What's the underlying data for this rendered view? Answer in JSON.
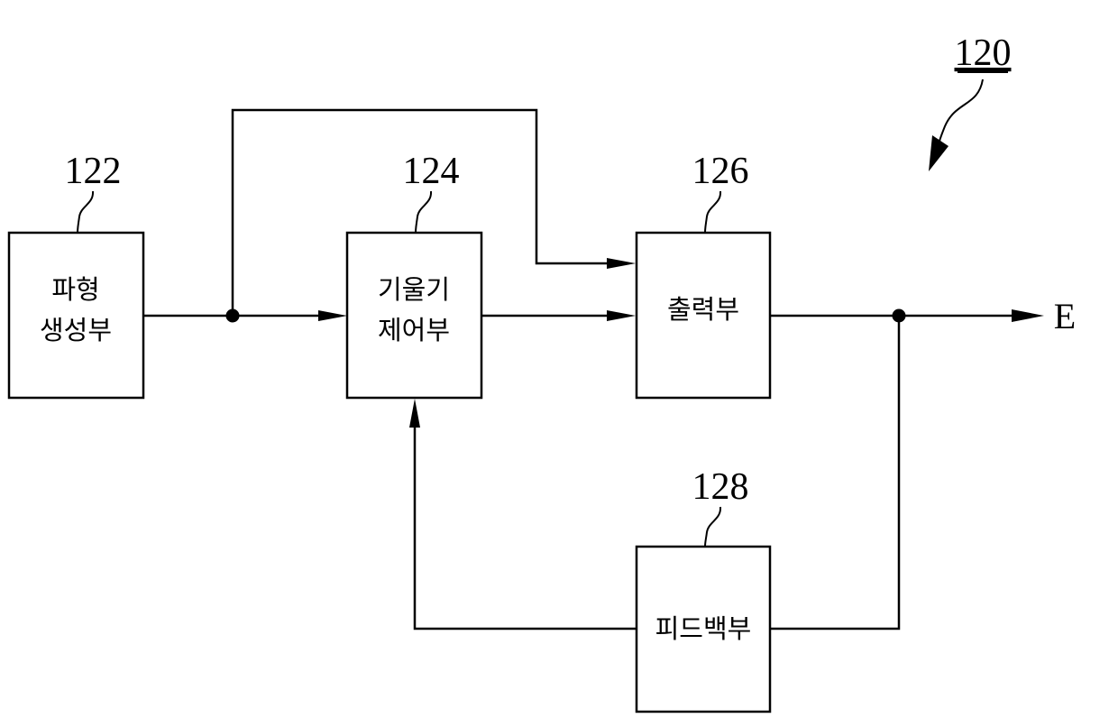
{
  "figure_ref": "120",
  "output_label": "E",
  "blocks": {
    "waveform": {
      "ref": "122",
      "line1": "파형",
      "line2": "생성부"
    },
    "slope": {
      "ref": "124",
      "line1": "기울기",
      "line2": "제어부"
    },
    "output": {
      "ref": "126",
      "line1": "출력부"
    },
    "feedback": {
      "ref": "128",
      "line1": "피드백부"
    }
  }
}
